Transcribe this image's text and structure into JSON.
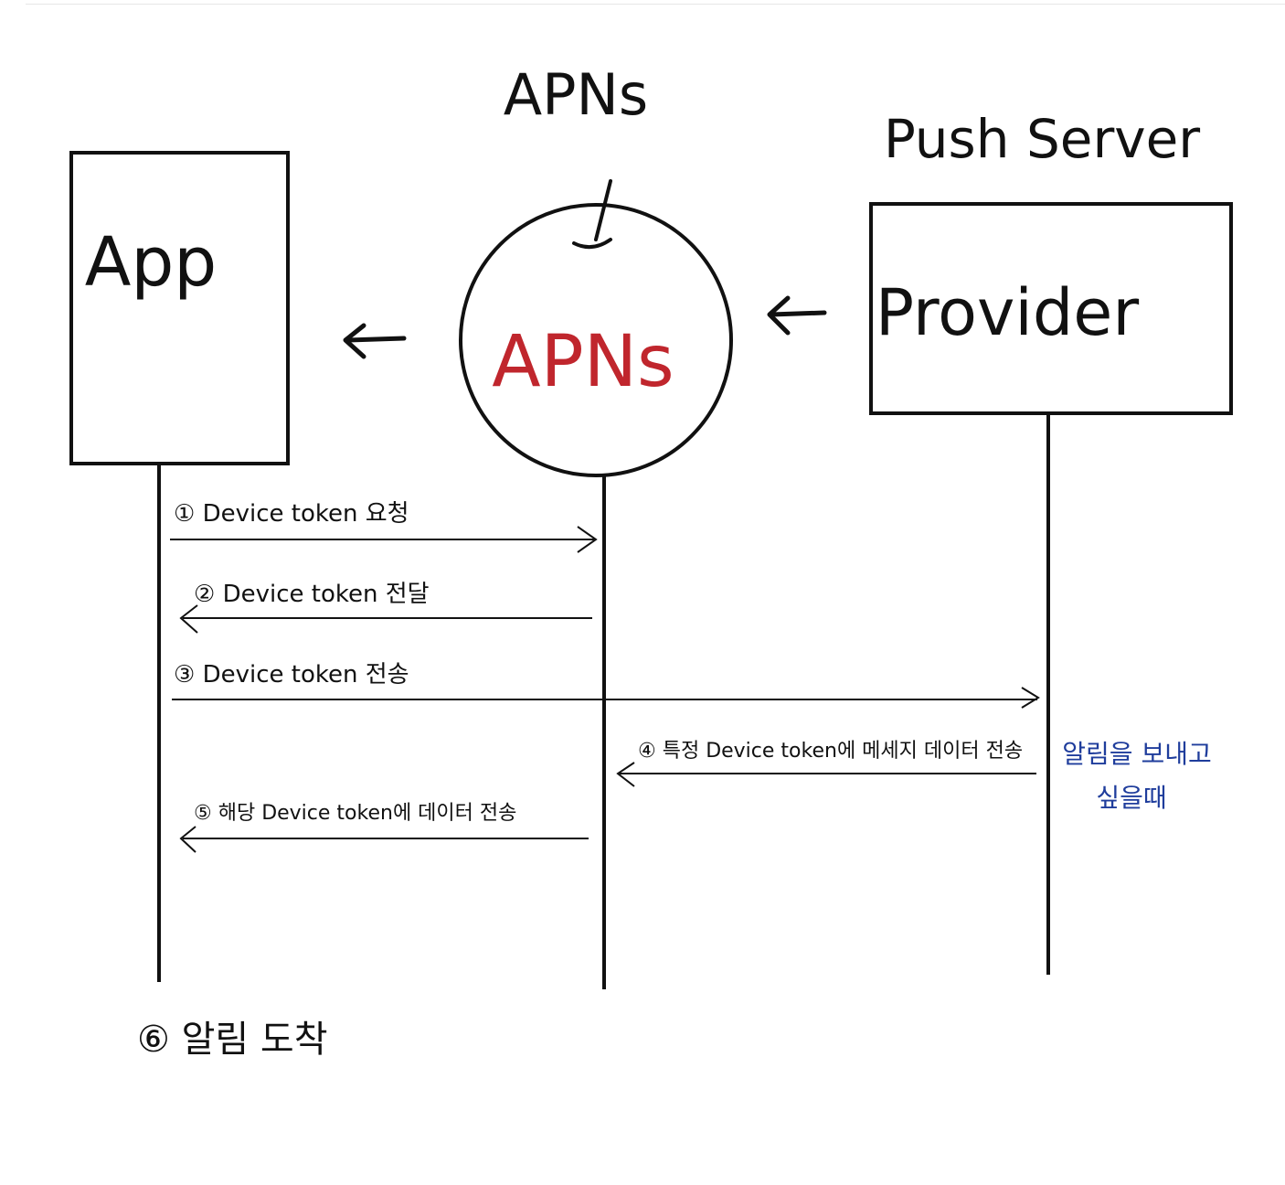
{
  "header_labels": {
    "apns_top": "APNs",
    "push_server": "Push Server"
  },
  "nodes": {
    "app": "App",
    "apns": "APNs",
    "provider": "Provider"
  },
  "messages": [
    {
      "label": "① Device token 요청",
      "from": "app",
      "to": "apns"
    },
    {
      "label": "② Device token 전달",
      "from": "apns",
      "to": "app"
    },
    {
      "label": "③ Device token 전송",
      "from": "app",
      "to": "provider"
    },
    {
      "label": "④ 특정 Device token에 메세지 데이터 전송",
      "from": "provider",
      "to": "apns"
    },
    {
      "label": "⑤ 해당 Device token에 데이터 전송",
      "from": "apns",
      "to": "app"
    }
  ],
  "note": {
    "line1": "알림을 보내고",
    "line2": "싶을때"
  },
  "footer": "⑥ 알림 도착",
  "colors": {
    "ink": "#111111",
    "apns_label": "#c0262d",
    "note": "#1f3d9c"
  }
}
